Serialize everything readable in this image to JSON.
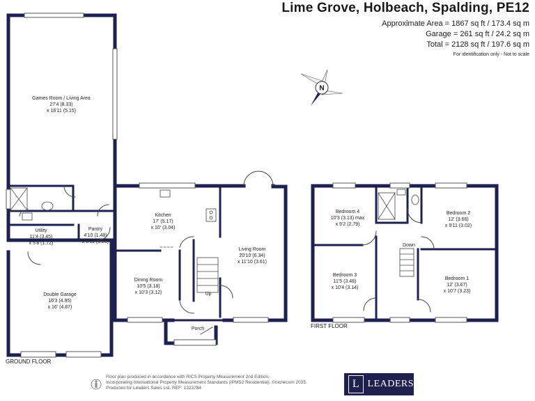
{
  "header": {
    "title": "Lime Grove, Holbeach, Spalding, PE12",
    "approx_area": "Approximate Area = 1867 sq ft / 173.4 sq m",
    "garage_area": "Garage = 261 sq ft / 24.2 sq m",
    "total_area": "Total = 2128 sq ft / 197.6 sq m",
    "scale_note": "For identification only - Not to scale"
  },
  "compass": {
    "label": "N"
  },
  "ground_floor": {
    "label": "GROUND FLOOR",
    "rooms": {
      "games": {
        "name": "Games Room / Living Area",
        "dim1": "27'4 (8.33)",
        "dim2": "x 16'11 (5.15)"
      },
      "utility": {
        "name": "Utility",
        "dim1": "11'4 (3.45)",
        "dim2": "x 5'8 (1.72)"
      },
      "pantry": {
        "name": "Pantry",
        "dim1": "4'10 (1.48)",
        "dim2": "x 3'11 (1.20)"
      },
      "kitchen": {
        "name": "Kitchen",
        "dim1": "17' (5.17)",
        "dim2": "x 10' (3.04)"
      },
      "dining": {
        "name": "Dining Room",
        "dim1": "10'5 (3.18)",
        "dim2": "x 10'3 (3.12)"
      },
      "living": {
        "name": "Living Room",
        "dim1": "20'10 (6.34)",
        "dim2": "x 11'10 (3.61)"
      },
      "garage": {
        "name": "Double Garage",
        "dim1": "16'3 (4.95)",
        "dim2": "x 16' (4.87)"
      },
      "porch": {
        "name": "Porch"
      },
      "stairs": {
        "label": "Up"
      }
    }
  },
  "first_floor": {
    "label": "FIRST FLOOR",
    "rooms": {
      "bed4": {
        "name": "Bedroom 4",
        "dim1": "10'3 (3.13) max",
        "dim2": "x 9'2 (2.79)"
      },
      "bed2": {
        "name": "Bedroom 2",
        "dim1": "12' (3.66)",
        "dim2": "x 9'11 (3.02)"
      },
      "bed3": {
        "name": "Bedroom 3",
        "dim1": "11'5 (3.48)",
        "dim2": "x 10'4 (3.14)"
      },
      "bed1": {
        "name": "Bedroom 1",
        "dim1": "12' (3.67)",
        "dim2": "x 10'7 (3.23)"
      },
      "stairs": {
        "label": "Down"
      }
    }
  },
  "footer": {
    "line1": "Floor plan produced in accordance with RICS Property Measurement 2nd Edition,",
    "line2": "Incorporating International Property Measurement Standards (IPMS2 Residential).  ©nichecom 2025.",
    "line3": "Produced for Leaders Sales Ltd.   REF:  1323784"
  },
  "logo": {
    "mark": "L",
    "word": "LEADERS"
  },
  "colors": {
    "wall": "#1e2150",
    "text": "#1a1a1a",
    "logo_bg": "#1e2150"
  }
}
